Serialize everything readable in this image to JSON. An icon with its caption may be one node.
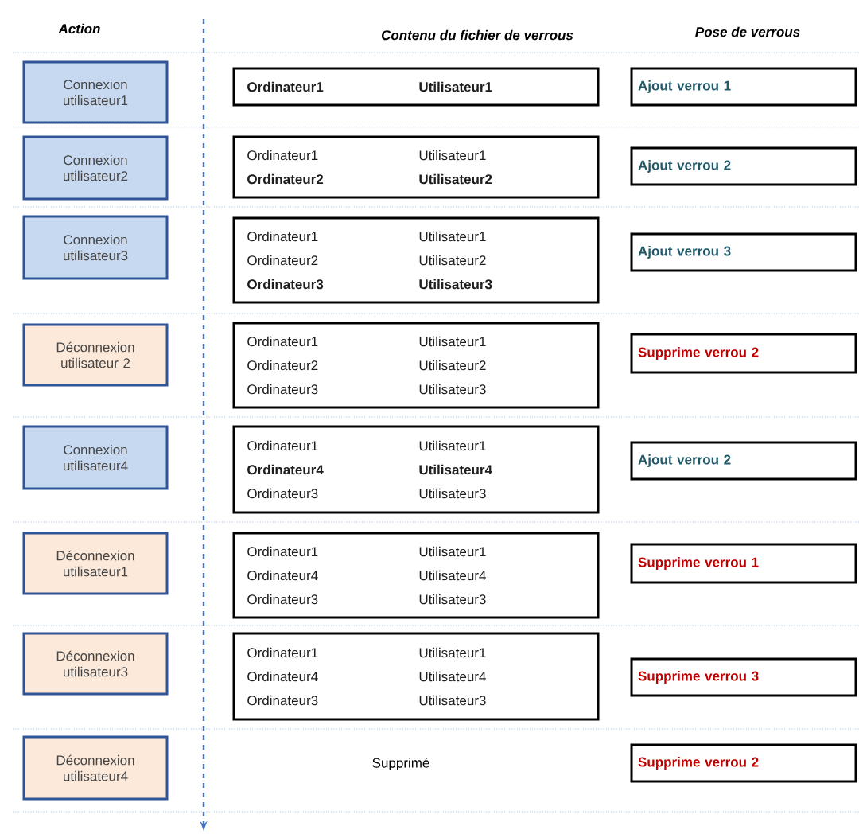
{
  "diagram": {
    "nodes": [
      {
        "text": [
          "Connexion utilisateur1"
        ]
      },
      {
        "text": [
          "**Ordinateur1**",
          "**Utilisateur1**"
        ]
      },
      {
        "text": [
          "Ajout verrou 1"
        ]
      },
      {
        "text": [
          "Connexion utilisateur2"
        ]
      },
      {
        "text": [
          "Ordinateur1",
          "Utilisateur1",
          "**Ordinateur2**",
          "**Utilisateur2**"
        ]
      },
      {
        "text": [
          "Ajout verrou 2"
        ]
      },
      {
        "text": [
          "Connexion utilisateur3"
        ]
      },
      {
        "text": [
          "Ordinateur1",
          "Utilisateur1",
          "Ordinateur2",
          "Utilisateur2",
          "**Ordinateur3**",
          "**Utilisateur3**"
        ]
      },
      {
        "text": [
          "Ajout verrou 3"
        ]
      },
      {
        "text": [
          "Déconnexion utilisateur 2"
        ]
      },
      {
        "text": [
          "Ordinateur1",
          "Utilisateur1",
          "Ordinateur2",
          "Utilisateur2",
          "Ordinateur3",
          "Utilisateur3"
        ]
      },
      {
        "text": [
          "Supprime verrou 2"
        ]
      },
      {
        "text": [
          "Connexion utilisateur4"
        ]
      },
      {
        "text": [
          "Ordinateur1",
          "Utilisateur1",
          "**Ordinateur4**",
          "**Utilisateur4**",
          "Ordinateur3",
          "Utilisateur3"
        ]
      },
      {
        "text": [
          "Ajout verrou 2"
        ]
      },
      {
        "text": [
          "Déconnexion utilisateur1"
        ]
      },
      {
        "text": [
          "Ordinateur1",
          "Utilisateur1",
          "Ordinateur4",
          "Utilisateur4",
          "Ordinateur3",
          "Utilisateur3"
        ]
      },
      {
        "text": [
          "Supprime verrou 1"
        ]
      },
      {
        "text": [
          "Déconnexion utilisateur3"
        ]
      },
      {
        "text": [
          "Ordinateur1",
          "Utilisateur1",
          "Ordinateur4",
          "Utilisateur4",
          "Ordinateur3",
          "Utilisateur3"
        ]
      },
      {
        "text": [
          "Supprime verrou 3"
        ]
      },
      {
        "text": [
          "Déconnexion utilisateur4"
        ]
      },
      {
        "text": [
          "Supprime verrou 2"
        ]
      }
    ],
    "edges": [],
    "labels": [
      "Action",
      "Contenu du fichier de verrous",
      "Pose de verrous",
      "Supprimé"
    ]
  }
}
